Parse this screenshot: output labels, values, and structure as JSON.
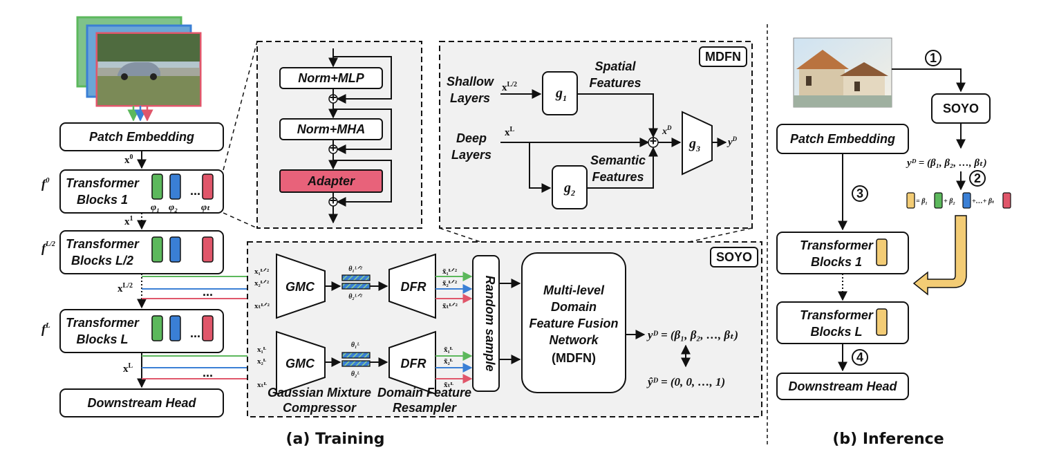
{
  "training": {
    "caption": "(a) Training",
    "patch_embedding": "Patch Embedding",
    "x0": "x",
    "x0_sup": "0",
    "x1": "x",
    "x1_sup": "1",
    "tb1_line1": "Transformer",
    "tb1_line2": "Blocks 1",
    "tbL2_line1": "Transformer",
    "tbL2_line2": "Blocks L/2",
    "tbL_line1": "Transformer",
    "tbL_line2": "Blocks L",
    "f0": "f",
    "f0_sup": "0",
    "fL2": "f",
    "fL2_sup": "L/2",
    "fL": "f",
    "fL_sup": "L",
    "phi1": "φ₁",
    "phi2": "φ₂",
    "phit": "φₜ",
    "dots": "...",
    "xL2": "x",
    "xL2_sup": "L/2",
    "xL": "x",
    "xL_sup": "L",
    "downstream_head": "Downstream Head"
  },
  "block_detail": {
    "norm_mlp": "Norm+MLP",
    "norm_mha": "Norm+MHA",
    "adapter": "Adapter",
    "plus": "+"
  },
  "mdfn": {
    "tag": "MDFN",
    "shallow_1": "Shallow",
    "shallow_2": "Layers",
    "deep_1": "Deep",
    "deep_2": "Layers",
    "xL2": "x",
    "xL2_sup": "L/2",
    "xL": "x",
    "xL_sup": "L",
    "g1": "g",
    "g1_sub": "1",
    "g2": "g",
    "g2_sub": "2",
    "g3": "g",
    "g3_sub": "3",
    "spatial_1": "Spatial",
    "spatial_2": "Features",
    "semantic_1": "Semantic",
    "semantic_2": "Features",
    "xD": "x",
    "xD_sup": "D",
    "yD": "y",
    "yD_sup": "D"
  },
  "soyo": {
    "tag": "SOYO",
    "gmc": "GMC",
    "dfr": "DFR",
    "gmc_caption_1": "Gaussian Mixture",
    "gmc_caption_2": "Compressor",
    "dfr_caption_1": "Domain Feature",
    "dfr_caption_2": "Resampler",
    "random_sample": "Random sample",
    "mdfn_1": "Multi-level",
    "mdfn_2": "Domain",
    "mdfn_3": "Feature Fusion",
    "mdfn_4": "Network",
    "mdfn_5": "(MDFN)",
    "in_top": [
      "x₁ᴸᐟ²",
      "x₂ᴸᐟ²",
      "xₜᴸᐟ²"
    ],
    "in_bot": [
      "x₁ᴸ",
      "x₂ᴸ",
      "xₜᴸ"
    ],
    "out_top": [
      "x̃₁ᴸᐟ²",
      "x̃₂ᴸᐟ²",
      "x̃ₜᴸᐟ²"
    ],
    "out_bot": [
      "x̃₁ᴸ",
      "x̃₂ᴸ",
      "x̃ₜᴸ"
    ],
    "theta_top_1": "θ₁ᴸᐟ²",
    "theta_top_2": "θ₂ᴸᐟ²",
    "theta_bot_1": "θ₁ᴸ",
    "theta_bot_2": "θ₂ᴸ",
    "dots": "...",
    "y_eq": "yᴰ = (β₁, β₂, …, βₜ)",
    "yhat_eq": "ŷᴰ = (0, 0, …, 1)"
  },
  "inference": {
    "caption": "(b) Inference",
    "soyo": "SOYO",
    "patch_embedding": "Patch Embedding",
    "tb1_line1": "Transformer",
    "tb1_line2": "Blocks 1",
    "tbL_line1": "Transformer",
    "tbL_line2": "Blocks L",
    "downstream_head": "Downstream Head",
    "step1": "1",
    "step2": "2",
    "step3": "3",
    "step4": "4",
    "y_eq": "yᴰ = (β₁, β₂, …, βₜ)",
    "combo": [
      "= β₁",
      "+ β₂",
      "+…+ βₜ"
    ]
  },
  "colors": {
    "green": "#5cb85c",
    "blue": "#3a7fd5",
    "red": "#e0566a",
    "yellow": "#f3cc75",
    "adapter": "#e8627a",
    "panel": "#f1f1f1"
  }
}
